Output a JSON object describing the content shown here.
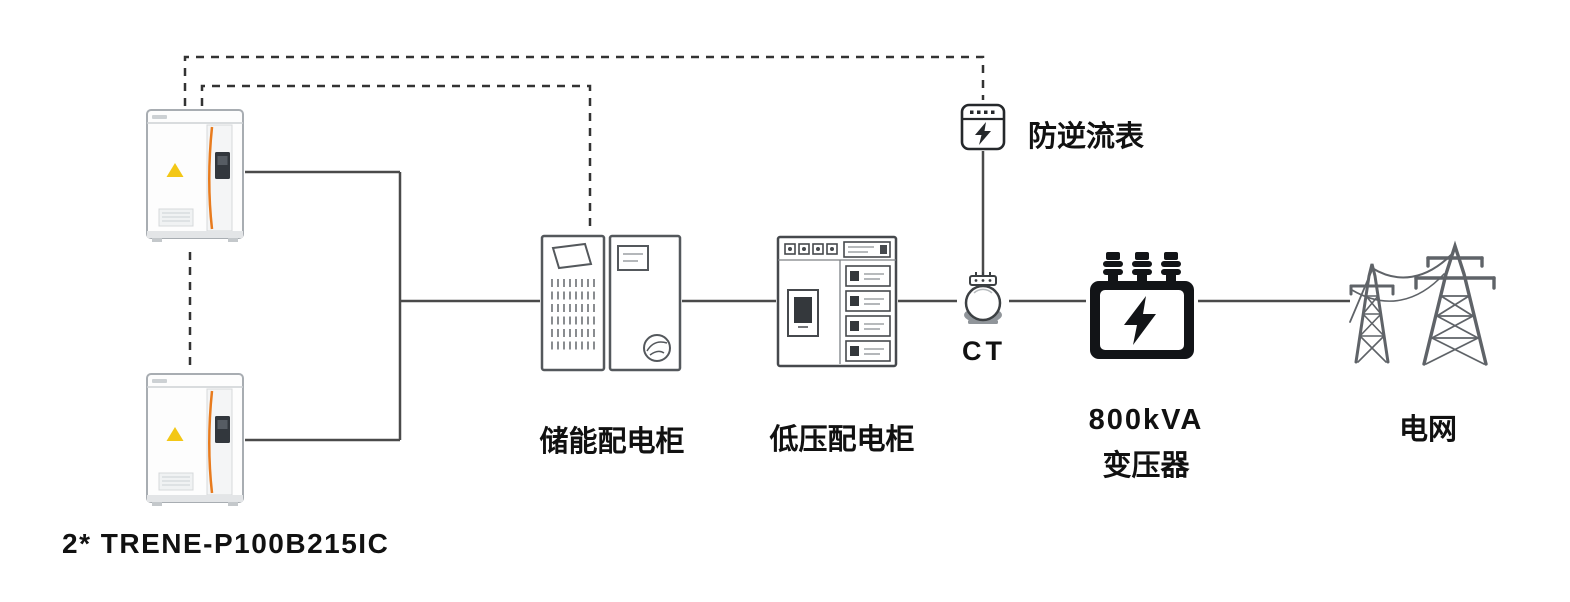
{
  "diagram": {
    "type": "single-line-system-diagram",
    "description": "Energy storage system connection diagram",
    "labels": {
      "battery_units": "2* TRENE-P100B215IC",
      "storage_cabinet": "储能配电柜",
      "lv_cabinet": "低压配电柜",
      "ct": "CT",
      "meter": "防逆流表",
      "transformer_capacity": "800kVA",
      "transformer_name": "变压器",
      "grid": "电网"
    },
    "nodes": [
      {
        "id": "battery-cabinet-1",
        "icon": "battery-cabinet-icon"
      },
      {
        "id": "battery-cabinet-2",
        "icon": "battery-cabinet-icon"
      },
      {
        "id": "storage-distribution-cabinet",
        "icon": "storage-cabinet-icon"
      },
      {
        "id": "lv-distribution-cabinet",
        "icon": "lv-cabinet-icon"
      },
      {
        "id": "current-transformer",
        "icon": "ct-icon"
      },
      {
        "id": "anti-backflow-meter",
        "icon": "meter-icon"
      },
      {
        "id": "transformer-800kva",
        "icon": "transformer-icon"
      },
      {
        "id": "power-grid",
        "icon": "transmission-towers-icon"
      }
    ],
    "connections": [
      {
        "from": "battery-cabinet-1",
        "to": "junction",
        "style": "solid"
      },
      {
        "from": "battery-cabinet-2",
        "to": "junction",
        "style": "solid"
      },
      {
        "from": "junction",
        "to": "storage-distribution-cabinet",
        "style": "solid"
      },
      {
        "from": "storage-distribution-cabinet",
        "to": "lv-distribution-cabinet",
        "style": "solid"
      },
      {
        "from": "lv-distribution-cabinet",
        "to": "current-transformer",
        "style": "solid"
      },
      {
        "from": "current-transformer",
        "to": "transformer-800kva",
        "style": "solid"
      },
      {
        "from": "transformer-800kva",
        "to": "power-grid",
        "style": "solid"
      },
      {
        "from": "current-transformer",
        "to": "anti-backflow-meter",
        "style": "solid"
      },
      {
        "from": "anti-backflow-meter",
        "to": "battery-cabinet-1",
        "style": "dashed"
      },
      {
        "from": "battery-cabinet-1",
        "to": "storage-distribution-cabinet",
        "style": "dashed"
      },
      {
        "from": "battery-cabinet-1",
        "to": "battery-cabinet-2",
        "style": "dashed"
      }
    ],
    "colors": {
      "background": "#ffffff",
      "solid_line": "#4a4a4a",
      "dashed_line": "#333333",
      "icon_black": "#121417",
      "cabinet_gray": "#a8adb2",
      "accent_orange": "#e87b1e",
      "warning_yellow": "#f3c716",
      "tower_gray": "#5f6368"
    }
  }
}
